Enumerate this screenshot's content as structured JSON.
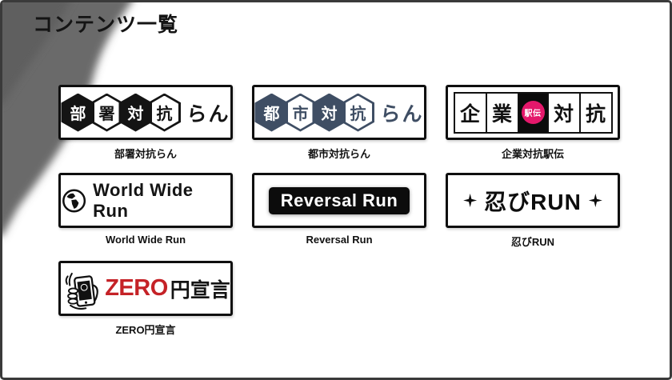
{
  "page": {
    "title": "コンテンツ一覧"
  },
  "colors": {
    "black_theme": "#141414",
    "navy_theme": "#3f4e64",
    "badge_pink": "#e4186b",
    "zero_red": "#c52227",
    "corner_gray": "#6a6a6a",
    "frame_border": "#3a3a3a"
  },
  "cards": [
    {
      "id": "busho-taiko-ran",
      "caption": "部署対抗らん",
      "hexes": [
        {
          "char": "部",
          "filled": true
        },
        {
          "char": "署",
          "filled": false
        },
        {
          "char": "対",
          "filled": true
        },
        {
          "char": "抗",
          "filled": false
        }
      ],
      "suffix": "らん"
    },
    {
      "id": "toshi-taiko-ran",
      "caption": "都市対抗らん",
      "hexes": [
        {
          "char": "都",
          "filled": true
        },
        {
          "char": "市",
          "filled": false
        },
        {
          "char": "対",
          "filled": true
        },
        {
          "char": "抗",
          "filled": false
        }
      ],
      "suffix": "らん"
    },
    {
      "id": "kigyo-taiko-ekiden",
      "caption": "企業対抗駅伝",
      "cells": {
        "c0": "企",
        "c1": "業",
        "badge": "駅伝",
        "c2": "対",
        "c3": "抗"
      }
    },
    {
      "id": "world-wide-run",
      "caption": "World Wide Run",
      "logo_text": "World Wide Run"
    },
    {
      "id": "reversal-run",
      "caption": "Reversal Run",
      "logo_text": "Reversal Run"
    },
    {
      "id": "shinobi-run",
      "caption": "忍びRUN",
      "logo_text": "忍びRUN"
    },
    {
      "id": "zero-yen-sengen",
      "caption": "ZERO円宣言",
      "logo_red": "ZERO",
      "logo_black": "円宣言"
    }
  ]
}
